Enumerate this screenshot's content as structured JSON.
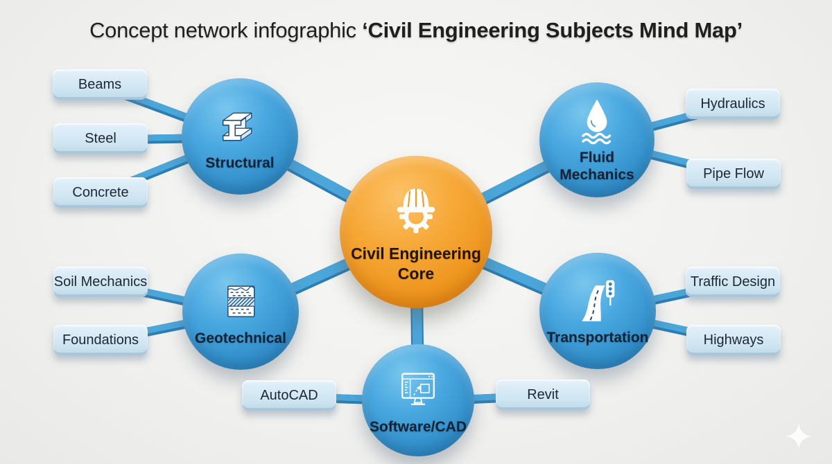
{
  "title": {
    "prefix": "Concept network infographic ",
    "emphasis": "‘Civil Engineering Subjects Mind Map’"
  },
  "center": {
    "line1": "Civil Engineering",
    "line2": "Core",
    "icon": "hardhat-gear-icon"
  },
  "branches": [
    {
      "label": "Structural",
      "icon": "i-beam-icon"
    },
    {
      "label": "Fluid",
      "label2": "Mechanics",
      "icon": "water-drop-waves-icon"
    },
    {
      "label": "Geotechnical",
      "icon": "soil-layers-icon"
    },
    {
      "label": "Transportation",
      "icon": "road-traffic-light-icon"
    },
    {
      "label": "Software/CAD",
      "icon": "cad-monitor-icon"
    }
  ],
  "leaves": [
    {
      "label": "Beams"
    },
    {
      "label": "Steel"
    },
    {
      "label": "Concrete"
    },
    {
      "label": "Hydraulics"
    },
    {
      "label": "Pipe Flow"
    },
    {
      "label": "Soil Mechanics"
    },
    {
      "label": "Foundations"
    },
    {
      "label": "Traffic Design"
    },
    {
      "label": "Highways"
    },
    {
      "label": "AutoCAD"
    },
    {
      "label": "Revit"
    }
  ],
  "colors": {
    "node_blue": "#3f9dd6",
    "core_orange": "#f09a22",
    "leaf_blue": "#d4e8f4",
    "connector": "#4aa4da",
    "background": "#f1f1ef",
    "title_text": "#1f1f1f",
    "label_text": "#132234"
  }
}
